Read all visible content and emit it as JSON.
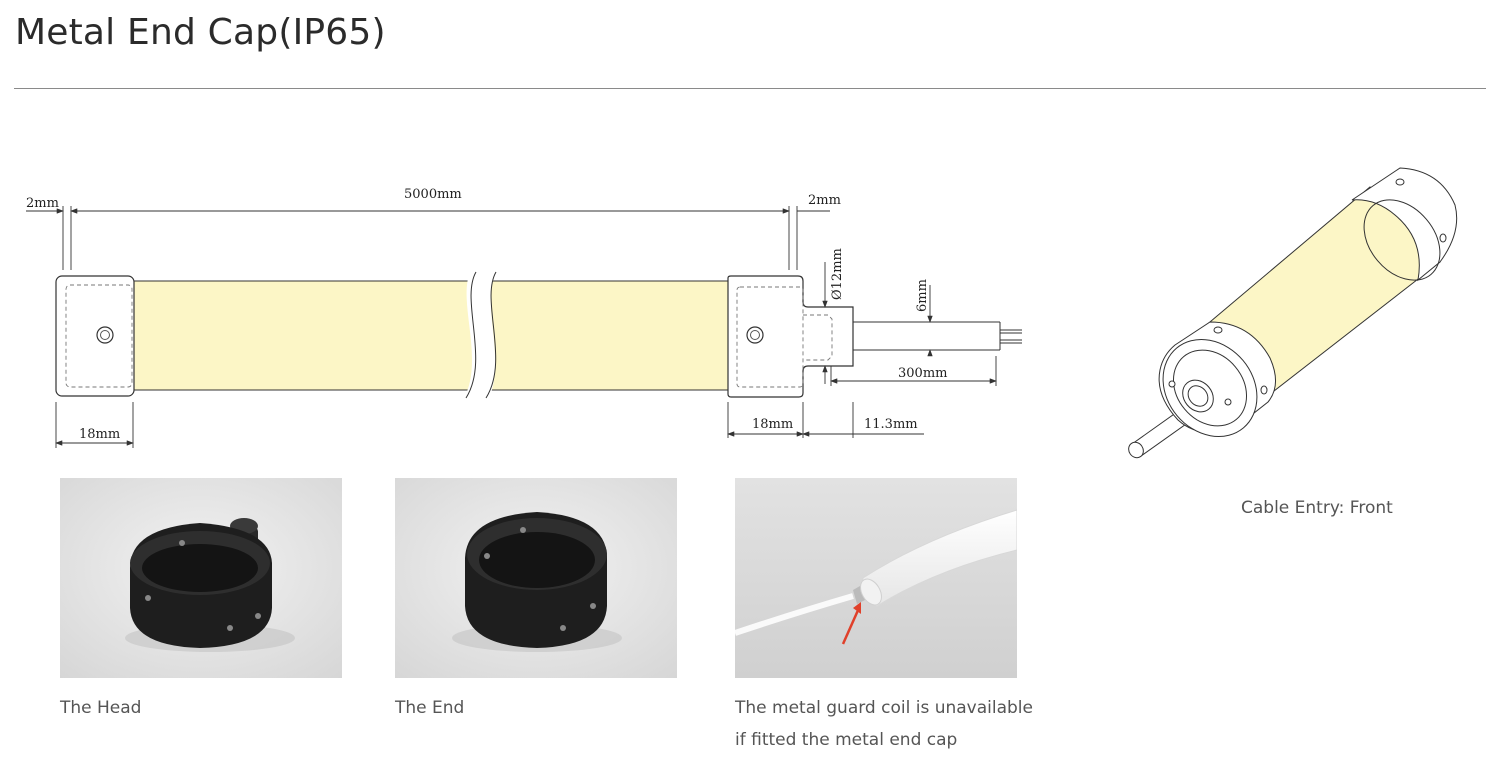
{
  "page": {
    "title": "Metal End Cap(IP65)"
  },
  "diagram": {
    "dims": {
      "left_gap": "2mm",
      "length": "5000mm",
      "right_gap": "2mm",
      "cable_dia": "Ø12mm",
      "wire_dia": "6mm",
      "cable_len": "300mm",
      "head_width": "18mm",
      "end_width": "18mm",
      "end_stub": "11.3mm"
    },
    "colors": {
      "tube_fill": "#fcf6c6",
      "outline": "#333333",
      "cap_fill": "#ffffff"
    }
  },
  "photos": [
    {
      "icon": "black-head-cap-photo",
      "caption": "The Head"
    },
    {
      "icon": "black-end-cap-photo",
      "caption": "The End"
    },
    {
      "icon": "white-cable-photo",
      "caption_line1": "The metal guard coil is unavailable",
      "caption_line2": "if fitted the metal end cap"
    }
  ],
  "render": {
    "caption": "Cable Entry: Front"
  }
}
